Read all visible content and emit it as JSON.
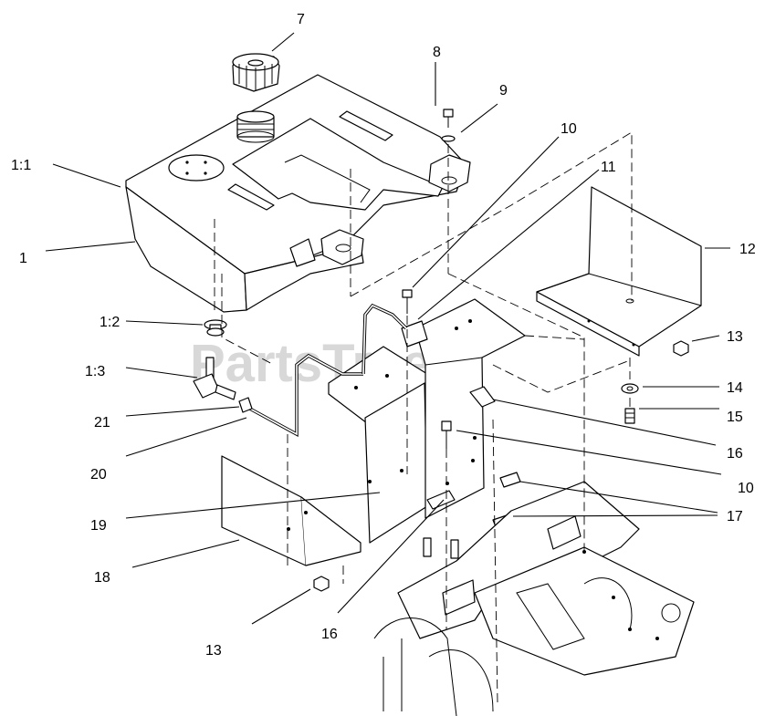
{
  "watermark": "PartsTree",
  "callouts": [
    {
      "id": "c7",
      "text": "7"
    },
    {
      "id": "c8",
      "text": "8"
    },
    {
      "id": "c9",
      "text": "9"
    },
    {
      "id": "c10a",
      "text": "10"
    },
    {
      "id": "c11",
      "text": "11"
    },
    {
      "id": "c1_1",
      "text": "1:1"
    },
    {
      "id": "c1",
      "text": "1"
    },
    {
      "id": "c12",
      "text": "12"
    },
    {
      "id": "c1_2",
      "text": "1:2"
    },
    {
      "id": "c13a",
      "text": "13"
    },
    {
      "id": "c1_3",
      "text": "1:3"
    },
    {
      "id": "c14",
      "text": "14"
    },
    {
      "id": "c21",
      "text": "21"
    },
    {
      "id": "c15",
      "text": "15"
    },
    {
      "id": "c16a",
      "text": "16"
    },
    {
      "id": "c20",
      "text": "20"
    },
    {
      "id": "c10b",
      "text": "10"
    },
    {
      "id": "c19",
      "text": "19"
    },
    {
      "id": "c17",
      "text": "17"
    },
    {
      "id": "c18",
      "text": "18"
    },
    {
      "id": "c16b",
      "text": "16"
    },
    {
      "id": "c13b",
      "text": "13"
    }
  ]
}
